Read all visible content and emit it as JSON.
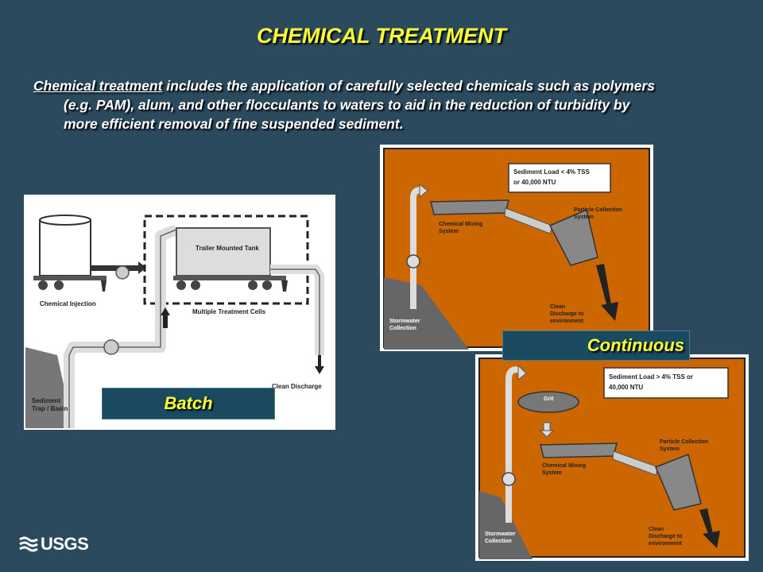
{
  "slide": {
    "title": "CHEMICAL TREATMENT",
    "description": {
      "term": "Chemical treatment",
      "line1_rest": " includes the application of carefully selected chemicals such as polymers",
      "line2": "(e.g. PAM), alum, and other flocculants to waters to aid in the reduction of turbidity by",
      "line3": "more efficient removal of fine suspended sediment."
    }
  },
  "batch_diagram": {
    "label": "Batch",
    "tank_label": "Trailer Mounted Tank",
    "chemical_injection": "Chemical Injection",
    "treatment_cells": "Multiple Treatment Cells",
    "clean_discharge": "Clean Discharge",
    "sediment_trap_line1": "Sediment",
    "sediment_trap_line2": "Trap / Basin"
  },
  "continuous_label": "Continuous",
  "continuous_low": {
    "load_line1": "Sediment Load < 4% TSS",
    "load_line2": "or 40,000 NTU",
    "mixing_line1": "Chemical Mixing",
    "mixing_line2": "System",
    "particle_line1": "Particle Collection",
    "particle_line2": "System",
    "clean_line1": "Clean",
    "clean_line2": "Discharge to",
    "clean_line3": "environment",
    "storm_line1": "Stormwater",
    "storm_line2": "Collection"
  },
  "continuous_high": {
    "load_line1": "Sediment Load > 4% TSS or",
    "load_line2": "40,000 NTU",
    "grit": "Grit",
    "mixing_line1": "Chemical Mixing",
    "mixing_line2": "System",
    "particle_line1": "Particle Collection",
    "particle_line2": "System",
    "clean_line1": "Clean",
    "clean_line2": "Discharge to",
    "clean_line3": "environment",
    "storm_line1": "Stormwater",
    "storm_line2": "Collection"
  },
  "logo": {
    "text": "USGS"
  },
  "colors": {
    "background": "#2b4a5e",
    "title": "#ffff33",
    "panel_orange": "#cc6600",
    "label_box": "#1a4a60"
  }
}
